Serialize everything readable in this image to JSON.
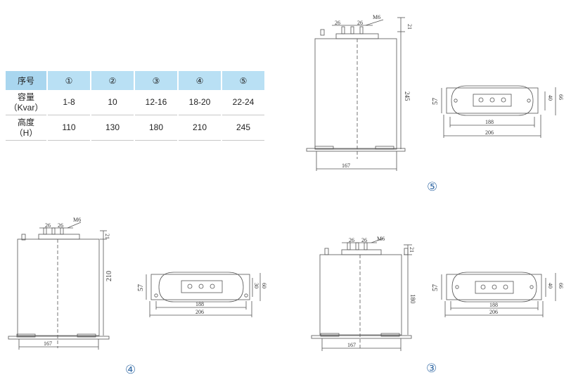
{
  "table": {
    "header": [
      "序号",
      "①",
      "②",
      "③",
      "④",
      "⑤"
    ],
    "capacity_label": [
      "容量",
      "（Kvar）"
    ],
    "capacity": [
      "1-8",
      "10",
      "12-16",
      "18-20",
      "22-24"
    ],
    "height_label": [
      "高度",
      "（H）"
    ],
    "height": [
      "110",
      "130",
      "180",
      "210",
      "245"
    ]
  },
  "drawings": {
    "d5": {
      "marker": "⑤",
      "front": {
        "top_dim_left": "26",
        "top_dim_right": "26",
        "bolt": "M6",
        "top_height": "21",
        "height": "245",
        "width": "167"
      },
      "top": {
        "depth": "57",
        "inner_height": "40",
        "outer_height": "66",
        "hole_spacing": "188",
        "base_width": "206"
      }
    },
    "d4": {
      "marker": "④",
      "front": {
        "top_dim_left": "26",
        "top_dim_right": "26",
        "bolt": "M6",
        "top_height": "21",
        "height": "210",
        "width": "167"
      },
      "top": {
        "depth": "57",
        "inner_height": "30",
        "outer_height": "60",
        "hole_spacing": "188",
        "base_width": "206"
      }
    },
    "d3": {
      "marker": "③",
      "front": {
        "top_dim_left": "26",
        "top_dim_right": "26",
        "bolt": "M6",
        "top_height": "21",
        "height": "180",
        "width": "167"
      },
      "top": {
        "depth": "57",
        "inner_height": "40",
        "outer_height": "66",
        "hole_spacing": "188",
        "base_width": "206"
      }
    }
  }
}
